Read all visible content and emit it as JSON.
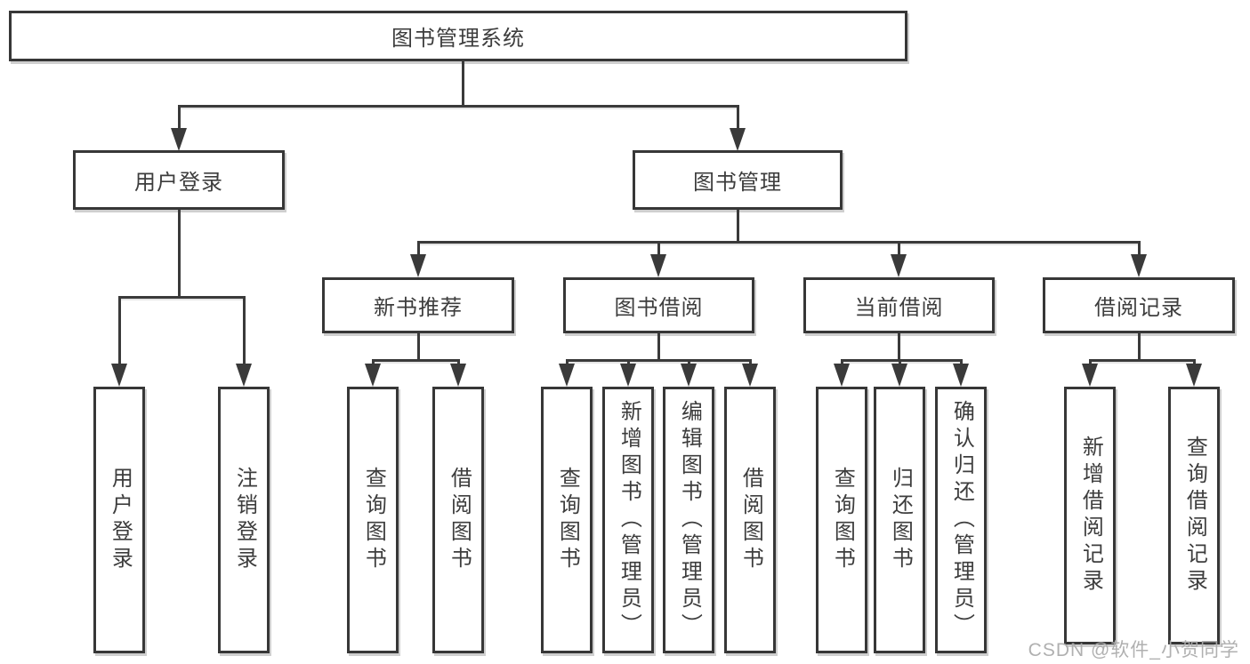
{
  "diagram": {
    "title": "图书管理系统",
    "branches": [
      {
        "label": "用户登录",
        "children": [
          "用户登录",
          "注销登录"
        ]
      },
      {
        "label": "图书管理",
        "sections": [
          {
            "label": "新书推荐",
            "children": [
              "查询图书",
              "借阅图书"
            ]
          },
          {
            "label": "图书借阅",
            "children": [
              "查询图书",
              "新增图书（管理员）",
              "编辑图书（管理员）",
              "借阅图书"
            ]
          },
          {
            "label": "当前借阅",
            "children": [
              "查询图书",
              "归还图书",
              "确认归还（管理员）"
            ]
          },
          {
            "label": "借阅记录",
            "children": [
              "新增借阅记录",
              "查询借阅记录"
            ]
          }
        ]
      }
    ]
  },
  "watermark": "CSDN @软件_小贺同学",
  "colors": {
    "line": "#3a3a3a",
    "border": "#373737",
    "text": "#3d3d3d",
    "watermark": "#acacac",
    "background": "#ffffff"
  }
}
